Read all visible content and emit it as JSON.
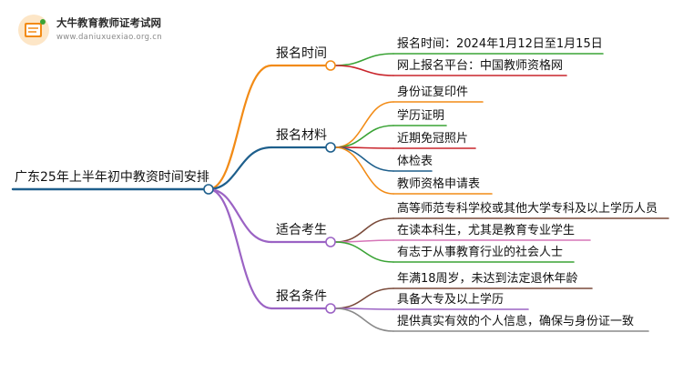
{
  "logo": {
    "name": "大牛教育教师证考试网",
    "url": "www.daniuxuexiao.org.cn"
  },
  "mindmap": {
    "root": "广东25年上半年初中教资时间安排",
    "branches": [
      {
        "label": "报名时间",
        "color": "#f28b16",
        "items": [
          {
            "label": "报名时间：2024年1月12日至1月15日",
            "color": "#3aa335"
          },
          {
            "label": "网上报名平台：中国教师资格网",
            "color": "#c9252c"
          }
        ]
      },
      {
        "label": "报名材料",
        "color": "#1e5f8c",
        "items": [
          {
            "label": "身份证复印件",
            "color": "#f28b16"
          },
          {
            "label": "学历证明",
            "color": "#3aa335"
          },
          {
            "label": "近期免冠照片",
            "color": "#c9252c"
          },
          {
            "label": "体检表",
            "color": "#1e5f8c"
          },
          {
            "label": "教师资格申请表",
            "color": "#f28b16"
          }
        ]
      },
      {
        "label": "适合考生",
        "color": "#9b63c4",
        "items": [
          {
            "label": "高等师范专科学校或其他大学专科及以上学历人员",
            "color": "#7a4a3a"
          },
          {
            "label": "在读本科生，尤其是教育专业学生",
            "color": "#d676b8"
          },
          {
            "label": "有志于从事教育行业的社会人士",
            "color": "#3aa335"
          }
        ]
      },
      {
        "label": "报名条件",
        "color": "#9b63c4",
        "items": [
          {
            "label": "年满18周岁，未达到法定退休年龄",
            "color": "#7a4a3a"
          },
          {
            "label": "具备大专及以上学历",
            "color": "#9b63c4"
          },
          {
            "label": "提供真实有效的个人信息，确保与身份证一致",
            "color": "#8a8a8a"
          }
        ]
      }
    ]
  }
}
